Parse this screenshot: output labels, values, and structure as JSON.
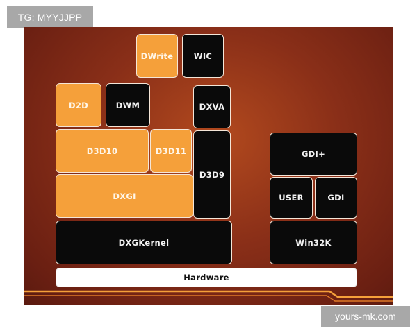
{
  "tag_label": "TG: MYYJJPP",
  "source_label": "yours-mk.com",
  "colors": {
    "slide_background": "#8a2f18",
    "orange_box": "#f5a03a",
    "black_box": "#0a0a0a",
    "white_box": "#ffffff",
    "border": "#f4e6d8",
    "stripe": "#f5a03a"
  },
  "diagram": {
    "boxes": {
      "dwrite": "DWrite",
      "wic": "WIC",
      "d2d": "D2D",
      "dwm": "DWM",
      "dxva": "DXVA",
      "d3d10": "D3D10",
      "d3d11": "D3D11",
      "d3d9": "D3D9",
      "dxgi": "DXGI",
      "dxgkernel": "DXGKernel",
      "gdiplus": "GDI+",
      "user": "USER",
      "gdi": "GDI",
      "win32k": "Win32K",
      "hardware": "Hardware"
    }
  }
}
